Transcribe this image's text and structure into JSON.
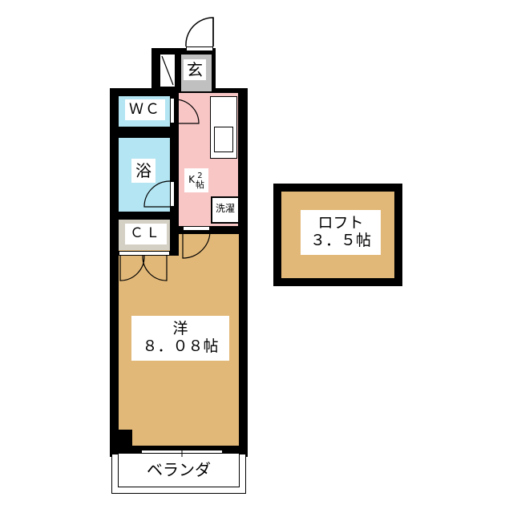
{
  "floor_plan": {
    "rooms": {
      "genkan": {
        "label": "玄",
        "color": "#c0c0c0"
      },
      "wc": {
        "label": "ＷＣ",
        "color": "#b3e5f2"
      },
      "bath": {
        "label": "浴",
        "color": "#b3e5f2"
      },
      "kitchen": {
        "label_k": "K",
        "label_size": "2",
        "label_unit": "帖",
        "color": "#f9c6c6"
      },
      "laundry": {
        "label": "洗濯"
      },
      "closet": {
        "label": "ＣＬ",
        "color": "#d4d0c4"
      },
      "western_room": {
        "label_line1": "洋",
        "label_line2": "８．０８帖",
        "color": "#e2b878"
      },
      "loft": {
        "label_line1": "ロフト",
        "label_line2": "３．５帖",
        "color": "#e2b878"
      },
      "veranda": {
        "label": "ベランダ"
      }
    },
    "colors": {
      "wall": "#000000",
      "background": "#ffffff"
    }
  }
}
